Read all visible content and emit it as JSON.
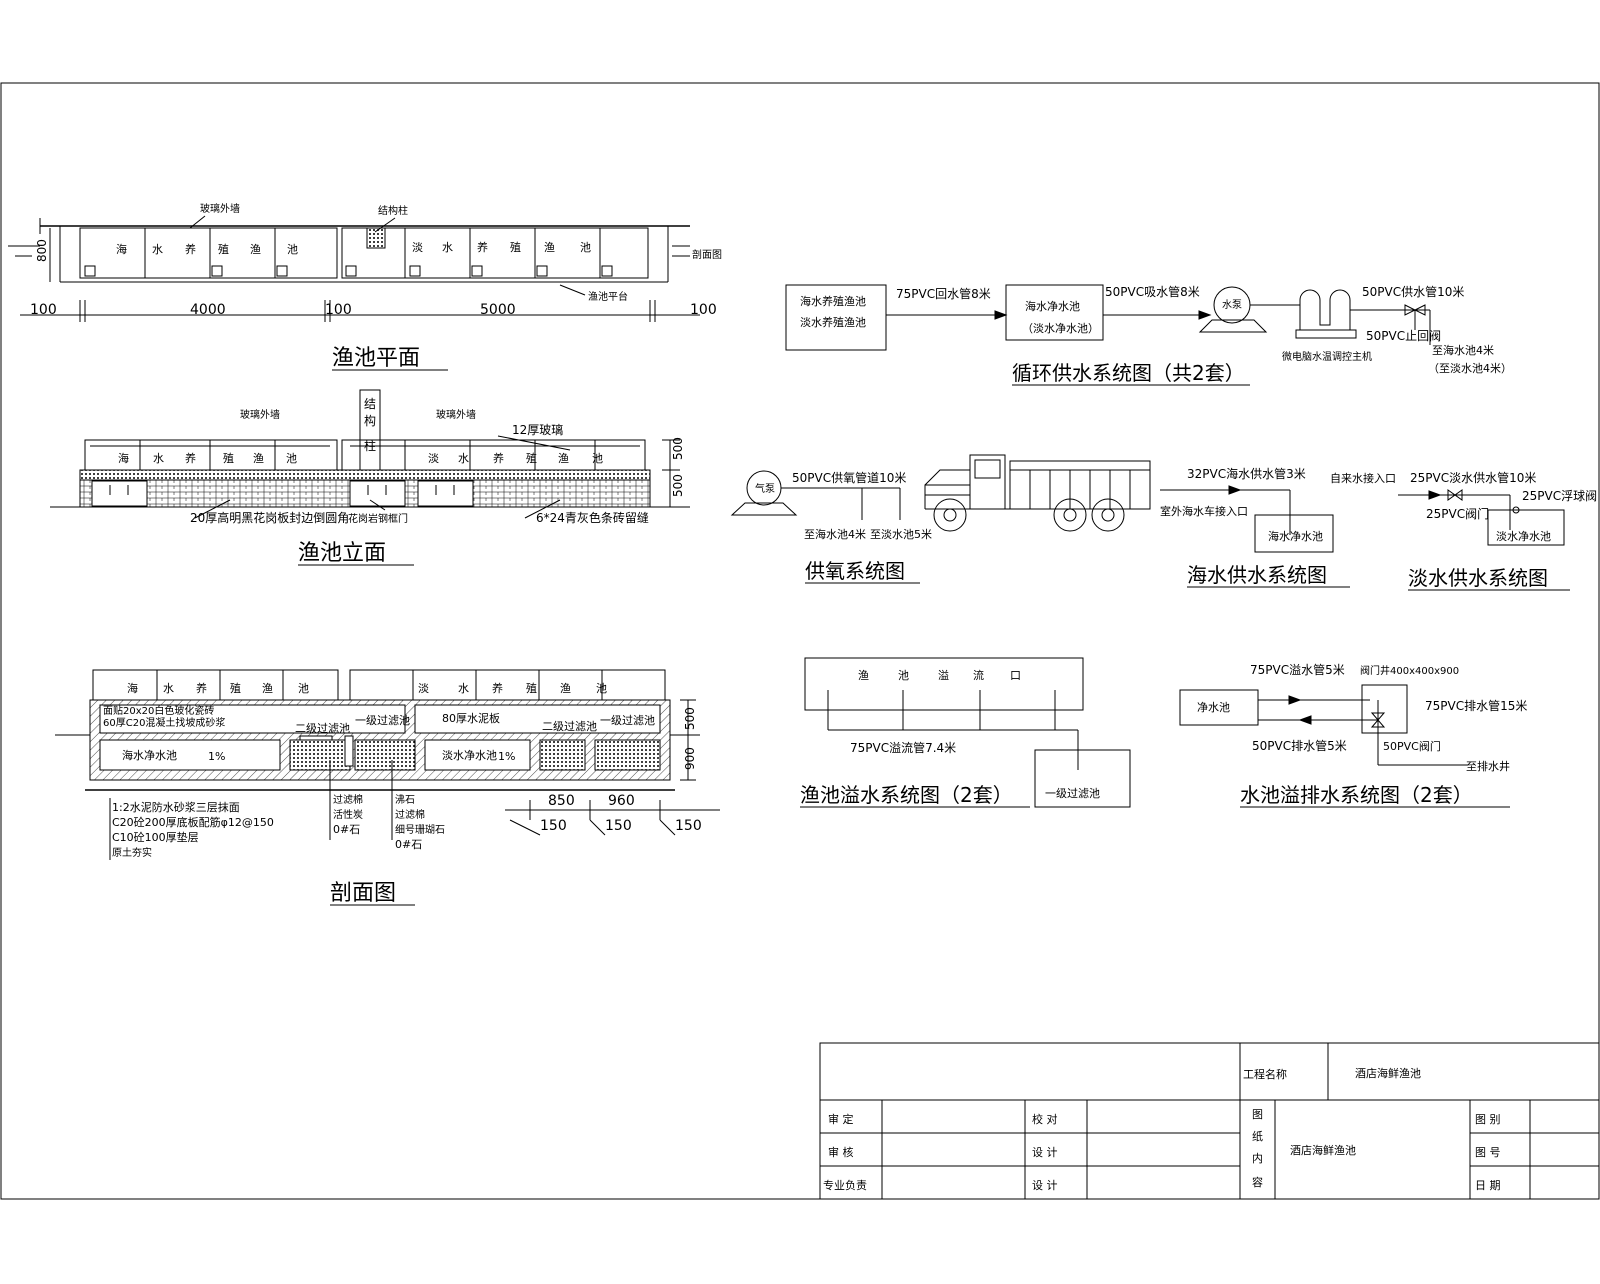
{
  "plan": {
    "title": "渔池平面",
    "glass_wall": "玻璃外墙",
    "column": "结构柱",
    "height": "800",
    "section_mark": "剖面图",
    "platform": "渔池平台",
    "left_pool": [
      "海",
      "水",
      "养",
      "殖",
      "渔",
      "池"
    ],
    "right_pool": [
      "淡",
      "水",
      "养",
      "殖",
      "渔",
      "池"
    ],
    "dims": [
      "100",
      "4000",
      "100",
      "5000",
      "100"
    ]
  },
  "elevation": {
    "title": "渔池立面",
    "glass_left": "玻璃外墙",
    "glass_right": "玻璃外墙",
    "column_chars": [
      "结",
      "构",
      "柱"
    ],
    "glass12": "12厚玻璃",
    "left_pool": [
      "海",
      "水",
      "养",
      "殖",
      "渔",
      "池"
    ],
    "right_pool": [
      "淡",
      "水",
      "养",
      "殖",
      "渔",
      "池"
    ],
    "dim_upper": "500",
    "dim_lower": "500",
    "note_granite": "20厚高明黑花岗板封边倒圆角",
    "note_door": "花岗岩钢框门",
    "note_tile": "6*24青灰色条砖留缝"
  },
  "section": {
    "title": "剖面图",
    "left_pool": [
      "海",
      "水",
      "养",
      "殖",
      "渔",
      "池"
    ],
    "right_pool": [
      "淡",
      "水",
      "养",
      "殖",
      "渔",
      "池"
    ],
    "layer1": "面贴20x20白色玻化瓷砖",
    "layer2": "60厚C20混凝土找坡成砂浆",
    "filter2_left": "二级过滤池",
    "filter1_left": "一级过滤池",
    "filter2_right": "二级过滤池",
    "filter1_right": "一级过滤池",
    "slab80": "80厚水泥板",
    "clean_left": "海水净水池",
    "clean_right": "淡水净水池",
    "slope_left": "1%",
    "slope_right": "1%",
    "dim500": "500",
    "dim900": "900",
    "legend": [
      "1:2水泥防水砂浆三层抹面",
      "C20砼200厚底板配筋φ12@150",
      "C10砼100厚垫层",
      "原土夯实"
    ],
    "filter_mid": [
      "过滤棉",
      "活性炭",
      "0#石"
    ],
    "filter_right": [
      "沸石",
      "过滤棉",
      "细号珊瑚石",
      "0#石"
    ],
    "dims_bottom": [
      "850",
      "960"
    ],
    "dims_bottom2": [
      "150",
      "150",
      "150"
    ]
  },
  "circulation": {
    "title": "循环供水系统图（共2套）",
    "box1": [
      "海水养殖渔池",
      "淡水养殖渔池"
    ],
    "pipe1": "75PVC回水管8米",
    "box2": [
      "海水净水池",
      "（淡水净水池）"
    ],
    "pipe2": "50PVC吸水管8米",
    "pump": "水泵",
    "pipe3": "50PVC供水管10米",
    "check_valve": "50PVC止回阀",
    "controller": "微电脑水温调控主机",
    "to1": "至海水池4米",
    "to2": "（至淡水池4米）"
  },
  "oxygen": {
    "title": "供氧系统图",
    "pump": "气泵",
    "pipe": "50PVC供氧管道10米",
    "to_sea": "至海水池4米",
    "to_fresh": "至淡水池5米"
  },
  "seawater": {
    "title": "海水供水系统图",
    "pipe": "32PVC海水供水管3米",
    "inlet": "室外海水车接入口",
    "tank": "海水净水池"
  },
  "freshwater": {
    "title": "淡水供水系统图",
    "inlet": "自来水接入口",
    "pipe": "25PVC淡水供水管10米",
    "valve": "25PVC阀门",
    "float": "25PVC浮球阀",
    "tank": "淡水净水池"
  },
  "overflow": {
    "title": "渔池溢水系统图（2套）",
    "box_chars": [
      "渔",
      "池",
      "溢",
      "流",
      "口"
    ],
    "pipe": "75PVC溢流管7.4米",
    "tank": "一级过滤池"
  },
  "drain": {
    "title": "水池溢排水系统图（2套）",
    "tank": "净水池",
    "pipe1": "75PVC溢水管5米",
    "well": "阀门井400x400x900",
    "pipe2": "75PVC排水管15米",
    "pipe3": "50PVC排水管5米",
    "valve": "50PVC阀门",
    "to": "至排水井"
  },
  "titleblock": {
    "project_label": "工程名称",
    "project_value": "酒店海鲜渔池",
    "r1a": "审 定",
    "r1b": "校 对",
    "r2a": "审 核",
    "r2b": "设 计",
    "r3a": "专业负责",
    "r3b": "设 计",
    "content_chars": [
      "图",
      "纸",
      "内",
      "容"
    ],
    "content_value": "酒店海鲜渔池",
    "cat": "图 别",
    "num": "图 号",
    "date": "日 期"
  }
}
